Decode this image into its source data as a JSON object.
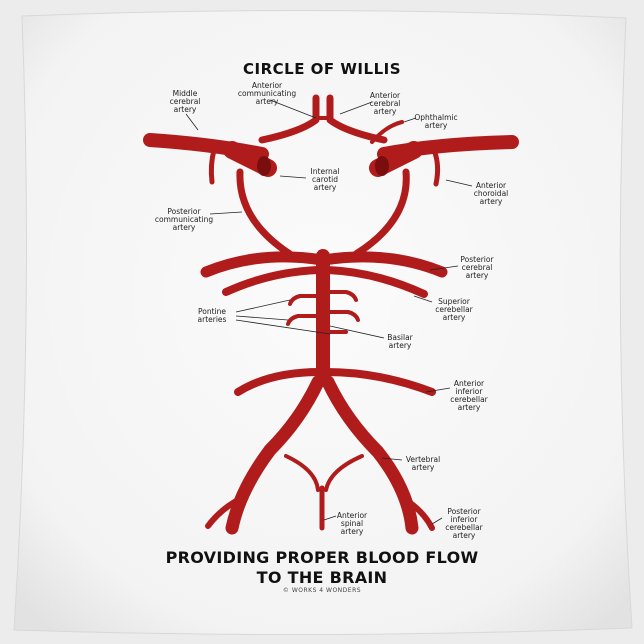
{
  "product": {
    "title": "CIRCLE OF WILLIS",
    "tagline_line1": "PROVIDING PROPER BLOOD FLOW",
    "tagline_line2": "TO THE BRAIN",
    "credit": "© WORKS 4 WONDERS"
  },
  "labels": {
    "middle_cerebral": "Middle\ncerebral\nartery",
    "anterior_communicating": "Anterior\ncommunicating\nartery",
    "anterior_cerebral": "Anterior\ncerebral\nartery",
    "ophthalmic": "Ophthalmic\nartery",
    "internal_carotid": "Internal\ncarotid\nartery",
    "anterior_choroidal": "Anterior\nchoroidal\nartery",
    "posterior_communicating": "Posterior\ncommunicating\nartery",
    "posterior_cerebral": "Posterior\ncerebral\nartery",
    "superior_cerebellar": "Superior\ncerebellar\nartery",
    "pontine": "Pontine\narteries",
    "basilar": "Basilar\nartery",
    "anterior_inferior_cerebellar": "Anterior\ninferior\ncerebellar\nartery",
    "vertebral": "Vertebral\nartery",
    "anterior_spinal": "Anterior\nspinal\nartery",
    "posterior_inferior_cerebellar": "Posterior\ninferior\ncerebellar\nartery"
  },
  "colors": {
    "artery": "#b01c1c",
    "pillow": "#f7f7f7",
    "background": "#ececec"
  }
}
